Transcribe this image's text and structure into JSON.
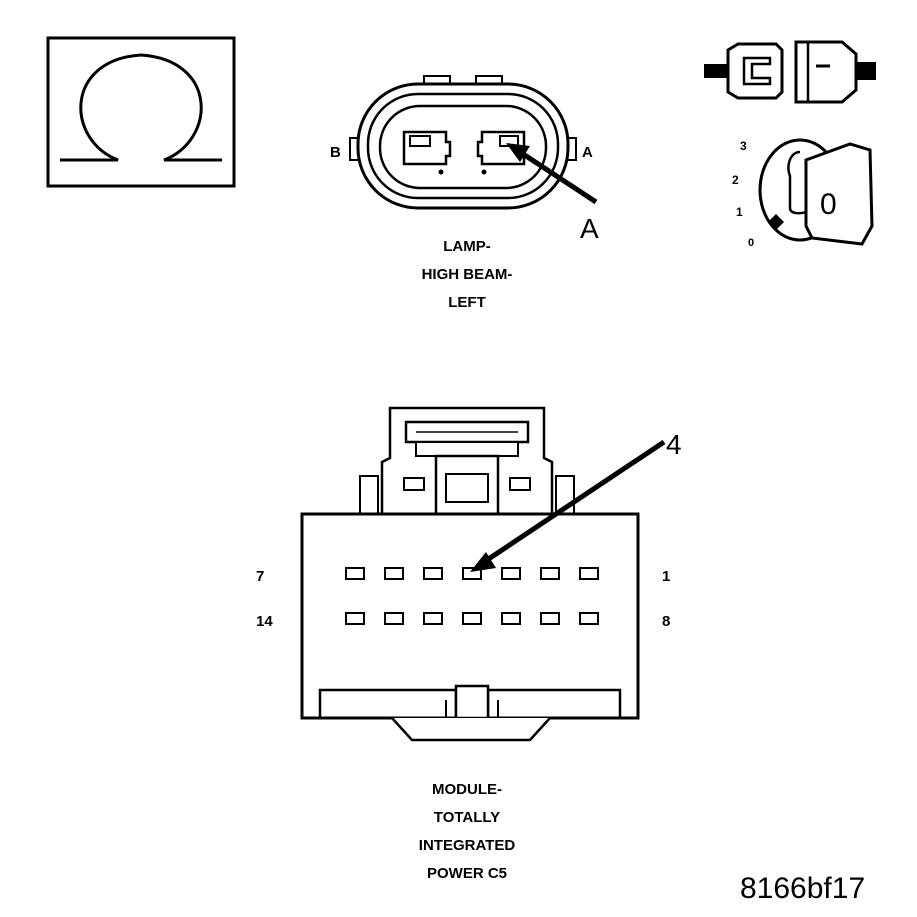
{
  "ohmmeter": {
    "symbol": "Ω"
  },
  "lamp_connector": {
    "cavity_left": "B",
    "cavity_right": "A",
    "callout": "A",
    "caption_lines": [
      "LAMP-",
      "HIGH BEAM-",
      "LEFT"
    ]
  },
  "ignition": {
    "positions": [
      "3",
      "2",
      "1",
      "0"
    ],
    "key_label": "0"
  },
  "module_connector": {
    "pin_top_left": "7",
    "pin_top_right": "1",
    "pin_bottom_left": "14",
    "pin_bottom_right": "8",
    "callout": "4",
    "caption_lines": [
      "MODULE-",
      "TOTALLY",
      "INTEGRATED",
      "POWER C5"
    ]
  },
  "figure_code": "8166bf17"
}
